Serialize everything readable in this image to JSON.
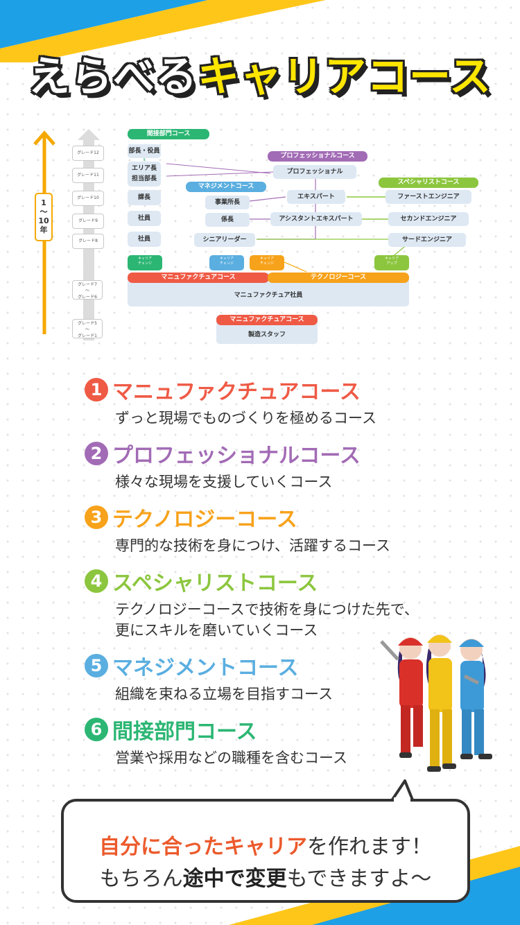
{
  "title": {
    "part1": "えらべる",
    "part2": "キャリアコース"
  },
  "timeline": {
    "label_top": "1",
    "label_mid": "〜",
    "label_bottom": "10年"
  },
  "grades": [
    "グレード12",
    "グレード11",
    "グレード10",
    "グレード9",
    "グレード8",
    "グレード7",
    "〜",
    "グレード6",
    "グレード5",
    "〜",
    "グレード1"
  ],
  "chart": {
    "indirect_cap": "間接部門コース",
    "indirect": [
      "部長・役員",
      "エリア長",
      "担当部長",
      "課長",
      "社員",
      "社員"
    ],
    "career_change": [
      "キャリア",
      "チェンジ"
    ],
    "career_up": [
      "キャリア",
      "アップ"
    ],
    "management_cap": "マネジメントコース",
    "management": [
      "事業所長",
      "係長",
      "シニアリーダー"
    ],
    "professional_cap": "プロフェッショナルコース",
    "professional": [
      "プロフェッショナル",
      "エキスパート",
      "アシスタントエキスパート"
    ],
    "specialist_cap": "スペシャリストコース",
    "specialist": [
      "ファーストエンジニア",
      "セカンドエンジニア",
      "サードエンジニア"
    ],
    "manufacture_cap": "マニュファクチュアコース",
    "technology_cap": "テクノロジーコース",
    "manufacture_staff": "マニュファクチュア社員",
    "manufacture_cap2": "マニュファクチュアコース",
    "factory_staff": "製造スタッフ"
  },
  "courses": [
    {
      "num": "1",
      "name": "マニュファクチュアコース",
      "desc1": "ずっと現場でものづくりを極めるコース",
      "desc2": "",
      "color": "#ef5a45"
    },
    {
      "num": "2",
      "name": "プロフェッショナルコース",
      "desc1": "様々な現場を支援していくコース",
      "desc2": "",
      "color": "#a26bb5"
    },
    {
      "num": "3",
      "name": "テクノロジーコース",
      "desc1": "専門的な技術を身につけ、活躍するコース",
      "desc2": "",
      "color": "#f7a21b"
    },
    {
      "num": "4",
      "name": "スペシャリストコース",
      "desc1": "テクノロジーコースで技術を身につけた先で、",
      "desc2": "更にスキルを磨いていくコース",
      "color": "#8cc63f"
    },
    {
      "num": "5",
      "name": "マネジメントコース",
      "desc1": "組織を束ねる立場を目指すコース",
      "desc2": "",
      "color": "#5aaee0"
    },
    {
      "num": "6",
      "name": "間接部門コース",
      "desc1": "営業や採用などの職種を含むコース",
      "desc2": "",
      "color": "#2bb673"
    }
  ],
  "bubble": {
    "l1a": "自分に合ったキャリア",
    "l1b": "を作れます！",
    "l2a": "もちろん",
    "l2b": "途中で変更",
    "l2c": "もできますよ〜"
  },
  "colors": {
    "blue": "#1ea0e6",
    "yellow": "#ffc61a",
    "orange_arrow": "#f5a800"
  }
}
